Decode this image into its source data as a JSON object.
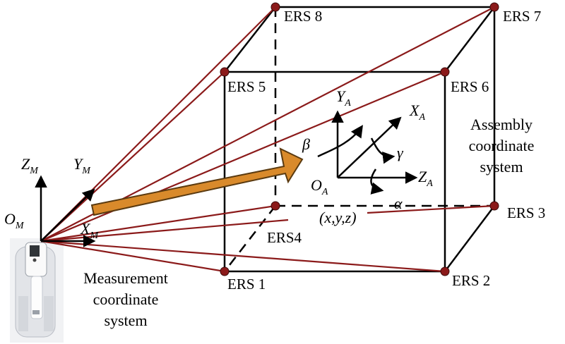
{
  "labels": {
    "ers1": "ERS 1",
    "ers2": "ERS 2",
    "ers3": "ERS 3",
    "ers4": "ERS4",
    "ers5": "ERS 5",
    "ers6": "ERS 6",
    "ers7": "ERS 7",
    "ers8": "ERS 8"
  },
  "measurement": {
    "origin_main": "O",
    "origin_sub": "M",
    "x_main": "X",
    "x_sub": "M",
    "y_main": "Y",
    "y_sub": "M",
    "z_main": "Z",
    "z_sub": "M",
    "caption_line1": "Measurement",
    "caption_line2": "coordinate",
    "caption_line3": "system"
  },
  "assembly": {
    "origin_main": "O",
    "origin_sub": "A",
    "x_main": "X",
    "x_sub": "A",
    "y_main": "Y",
    "y_sub": "A",
    "z_main": "Z",
    "z_sub": "A",
    "alpha": "α",
    "beta": "β",
    "gamma": "γ",
    "pose": "(x,y,z)",
    "caption_line1": "Assembly",
    "caption_line2": "coordinate",
    "caption_line3": "system"
  },
  "colors": {
    "sight_line": "#8b1a1a",
    "marker": "#8b1a1a",
    "arrow_fill": "#d98a2b",
    "arrow_stroke": "#5a3a10",
    "box": "#000000"
  }
}
